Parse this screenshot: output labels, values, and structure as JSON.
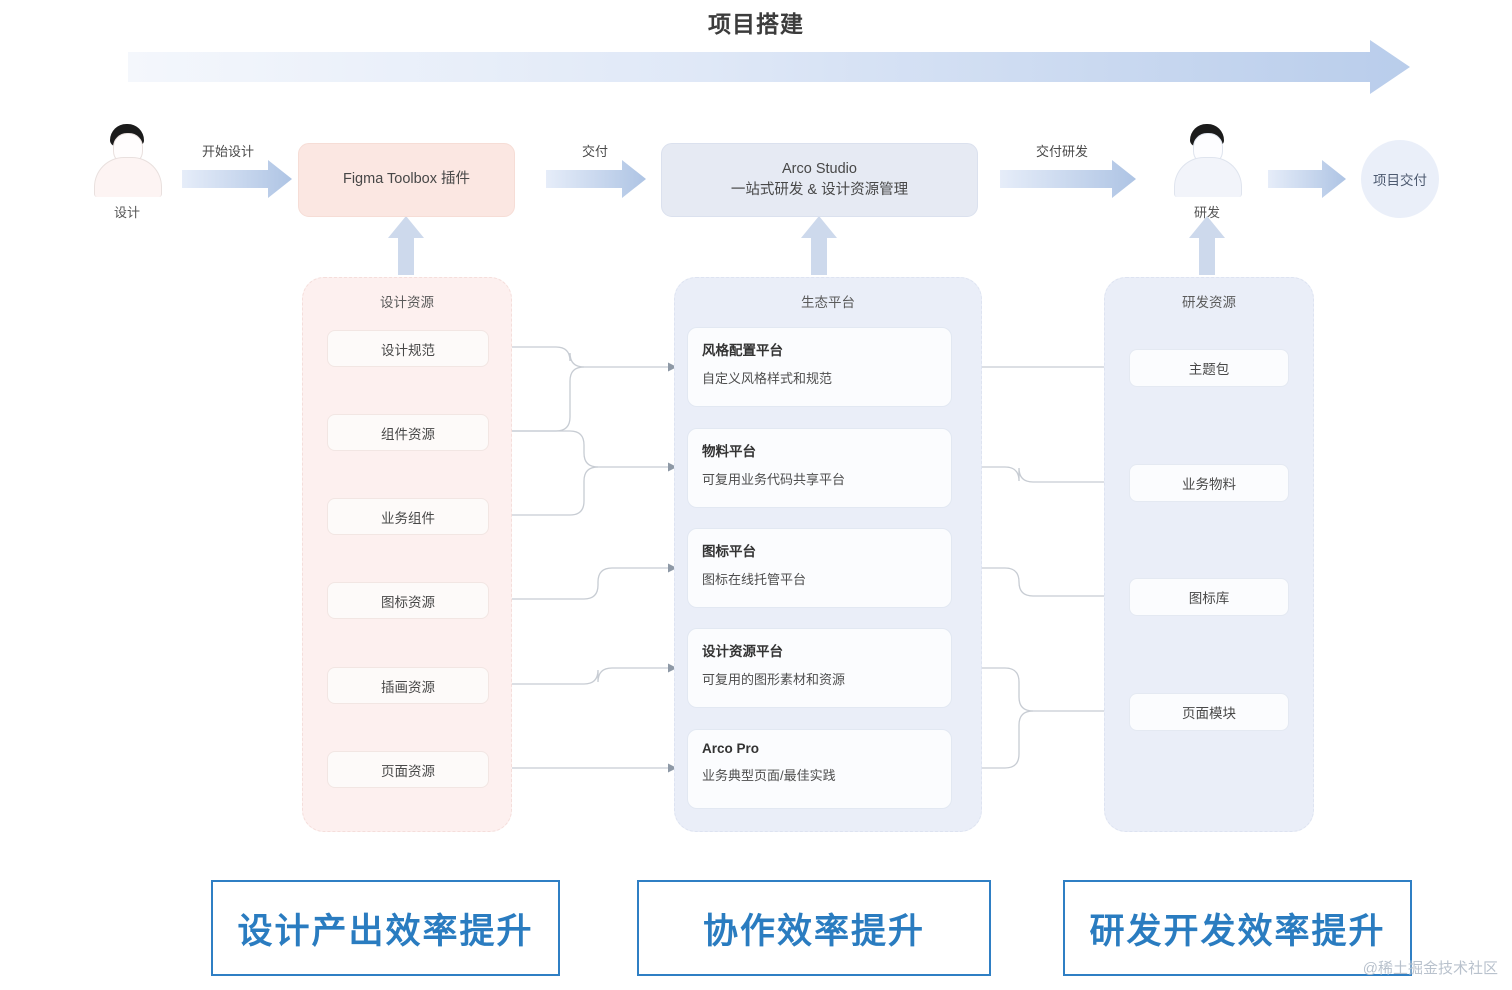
{
  "title": "项目搭建",
  "watermark": "@稀土掘金技术社区",
  "flow": {
    "designer": {
      "label": "设计"
    },
    "developer": {
      "label": "研发"
    },
    "arrow1_label": "开始设计",
    "arrow2_label": "交付",
    "arrow3_label": "交付研发",
    "figma_box": "Figma Toolbox 插件",
    "arco_box_title": "Arco Studio",
    "arco_box_sub": "一站式研发 & 设计资源管理",
    "delivery_circle": "项目交付"
  },
  "groups": {
    "design": {
      "title": "设计资源",
      "items": [
        {
          "label": "设计规范"
        },
        {
          "label": "组件资源"
        },
        {
          "label": "业务组件"
        },
        {
          "label": "图标资源"
        },
        {
          "label": "插画资源"
        },
        {
          "label": "页面资源"
        }
      ]
    },
    "platform": {
      "title": "生态平台",
      "items": [
        {
          "title": "风格配置平台",
          "sub": "自定义风格样式和规范"
        },
        {
          "title": "物料平台",
          "sub": "可复用业务代码共享平台"
        },
        {
          "title": "图标平台",
          "sub": "图标在线托管平台"
        },
        {
          "title": "设计资源平台",
          "sub": "可复用的图形素材和资源"
        },
        {
          "title": "Arco Pro",
          "sub": "业务典型页面/最佳实践"
        }
      ]
    },
    "dev": {
      "title": "研发资源",
      "items": [
        {
          "label": "主题包"
        },
        {
          "label": "业务物料"
        },
        {
          "label": "图标库"
        },
        {
          "label": "页面模块"
        }
      ]
    }
  },
  "banners": [
    {
      "label": "设计产出效率提升"
    },
    {
      "label": "协作效率提升"
    },
    {
      "label": "研发开发效率提升"
    }
  ],
  "colors": {
    "pink_group_bg": "#fdf0ef",
    "blue_group_bg": "#eaeef8",
    "accent_blue": "#2a7cc0",
    "arrow_blue": "#aec4e4"
  }
}
